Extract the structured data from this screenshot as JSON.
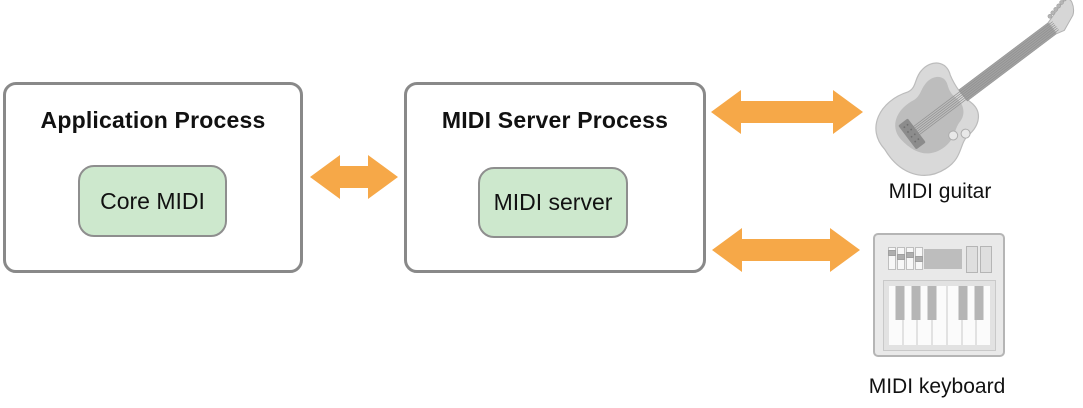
{
  "diagram": {
    "boxes": {
      "application": {
        "title": "Application Process",
        "component": "Core MIDI"
      },
      "server": {
        "title": "MIDI Server Process",
        "component": "MIDI server"
      }
    },
    "devices": {
      "guitar": {
        "label": "MIDI guitar"
      },
      "keyboard": {
        "label": "MIDI keyboard"
      }
    },
    "icons": {
      "arrow_app_server": "double-headed-arrow",
      "arrow_server_guitar": "double-headed-arrow",
      "arrow_server_keyboard": "double-headed-arrow",
      "guitar": "electric-guitar-illustration",
      "keyboard": "midi-keyboard-illustration"
    },
    "colors": {
      "arrow": "#F6A848",
      "node_fill": "#CDE8CD",
      "node_border": "#8E8E8E",
      "process_border": "#898989",
      "illustration_gray": "#D9D9D9",
      "text": "#111111"
    }
  }
}
